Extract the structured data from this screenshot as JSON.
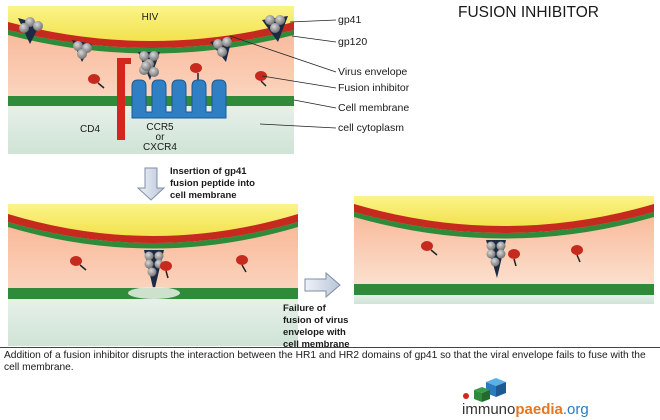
{
  "title": "FUSION INHIBITOR",
  "labels": {
    "hiv": "HIV",
    "gp41": "gp41",
    "gp120": "gp120",
    "virus_envelope": "Virus envelope",
    "fusion_inhibitor": "Fusion inhibitor",
    "cell_membrane": "Cell membrane",
    "cell_cytoplasm": "cell cytoplasm",
    "cd4": "CD4",
    "ccr5": "CCR5",
    "or": "or",
    "cxcr4": "CXCR4"
  },
  "step1": {
    "line1": "Insertion of gp41",
    "line2": "fusion peptide into",
    "line3": "cell membrane"
  },
  "step2": {
    "line1": "Failure of",
    "line2": "fusion of virus",
    "line3": "envelope with",
    "line4": "cell membrane"
  },
  "caption": "Addition of a fusion inhibitor disrupts the interaction between the HR1 and HR2 domains of gp41 so that the viral envelope fails to fuse with the cell membrane.",
  "logo": {
    "part1": "immuno",
    "part2": "paedia",
    "part3": ".org"
  },
  "colors": {
    "virus_yellow": "#f6ef6a",
    "envelope_red": "#c62a1e",
    "envelope_green": "#2f8a3a",
    "cell_membrane": "#2f8a3a",
    "receptor_blue": "#2f7fc4",
    "cd4_red": "#d4261c",
    "logo_orange": "#e8761e",
    "logo_blue": "#2a7bbf"
  }
}
